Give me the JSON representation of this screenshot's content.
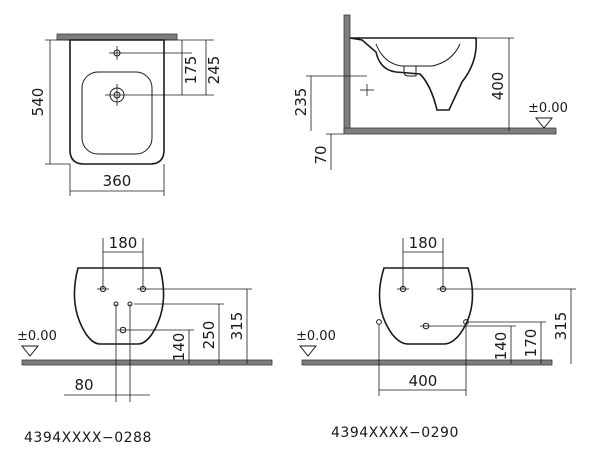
{
  "top_view": {
    "dim_width": "360",
    "dim_depth": "540",
    "dim_tap": "175",
    "dim_drain": "245"
  },
  "side_view": {
    "dim_height": "400",
    "dim_fix": "235",
    "dim_floor_gap": "70",
    "level": "±0.00"
  },
  "front_view_1": {
    "dim_fix_spacing": "180",
    "dim_315": "315",
    "dim_250": "250",
    "dim_140": "140",
    "dim_80": "80",
    "level": "±0.00",
    "code": "4394XXXX−0288"
  },
  "front_view_2": {
    "dim_fix_spacing": "180",
    "dim_315": "315",
    "dim_170": "170",
    "dim_140": "140",
    "dim_400": "400",
    "level": "±0.00",
    "code": "4394XXXX−0290"
  },
  "colors": {
    "line": "#1a1a1a",
    "floor": "#7d7d7d"
  }
}
